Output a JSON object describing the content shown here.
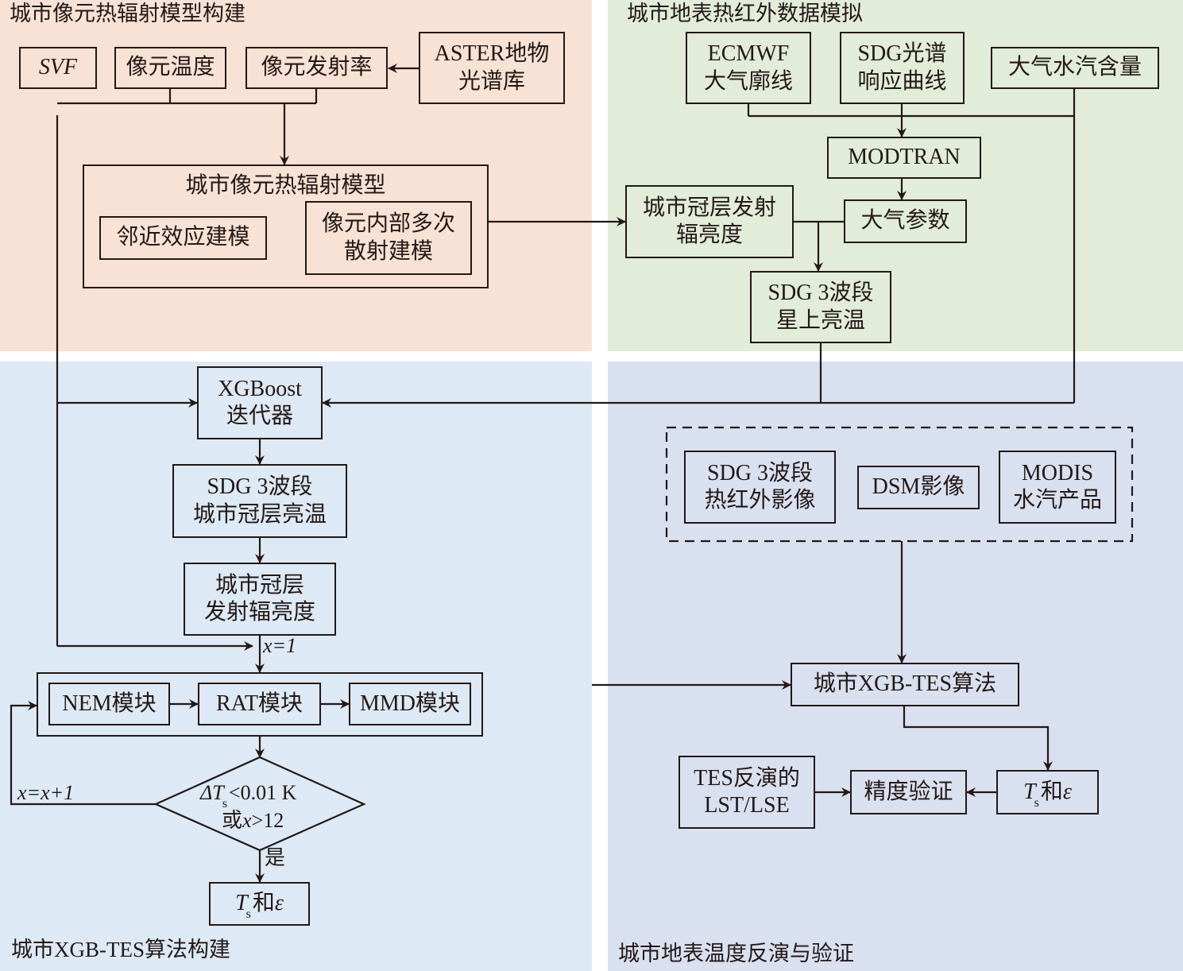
{
  "colors": {
    "panel_model": "#f8e2d5",
    "panel_simulation": "#e1ecd9",
    "panel_algorithm": "#dde9f4",
    "panel_validation": "#d9e0f0",
    "stroke": "#231815"
  },
  "panels": {
    "model": {
      "title": "城市像元热辐射模型构建"
    },
    "simulation": {
      "title": "城市地表热红外数据模拟"
    },
    "algorithm": {
      "title": "城市XGB-TES算法构建"
    },
    "validation": {
      "title": "城市地表温度反演与验证"
    }
  },
  "model": {
    "svf": "SVF",
    "pixel_temperature": "像元温度",
    "pixel_emissivity": "像元发射率",
    "aster_line1": "ASTER地物",
    "aster_line2": "光谱库",
    "radiation_model_title": "城市像元热辐射模型",
    "adjacency": "邻近效应建模",
    "multi_scatter_line1": "像元内部多次",
    "multi_scatter_line2": "散射建模"
  },
  "simulation": {
    "ecmwf_line1": "ECMWF",
    "ecmwf_line2": "大气廓线",
    "sdg_srf_line1": "SDG光谱",
    "sdg_srf_line2": "响应曲线",
    "water_vapor": "大气水汽含量",
    "modtran": "MODTRAN",
    "atmos_params": "大气参数",
    "canopy_radiance_line1": "城市冠层发射",
    "canopy_radiance_line2": "辐亮度",
    "toa_bt_line1": "SDG 3波段",
    "toa_bt_line2": "星上亮温"
  },
  "algorithm": {
    "xgboost_line1": "XGBoost",
    "xgboost_line2": "迭代器",
    "canopy_bt_line1": "SDG 3波段",
    "canopy_bt_line2": "城市冠层亮温",
    "canopy_rad_line1": "城市冠层",
    "canopy_rad_line2": "发射辐亮度",
    "init_label": "x=1",
    "nem": "NEM模块",
    "rat": "RAT模块",
    "mmd": "MMD模块",
    "loop_label": "x=x+1",
    "cond_delta": "ΔT",
    "cond_sub": "s",
    "cond_rest": "<0.01 K",
    "cond_line2_prefix": "或",
    "cond_line2_var": "x",
    "cond_line2_rest": ">12",
    "yes_label": "是",
    "out_T": "T",
    "out_sub": "s",
    "out_and": "和",
    "out_eps": "ε"
  },
  "validation": {
    "sdg_tir_line1": "SDG 3波段",
    "sdg_tir_line2": "热红外影像",
    "dsm": "DSM影像",
    "modis_line1": "MODIS",
    "modis_line2": "水汽产品",
    "xgb_tes": "城市XGB-TES算法",
    "tes_result_line1": "TES反演的",
    "tes_result_line2": "LST/LSE",
    "accuracy": "精度验证",
    "out_T": "T",
    "out_sub": "s",
    "out_and": "和",
    "out_eps": "ε"
  }
}
